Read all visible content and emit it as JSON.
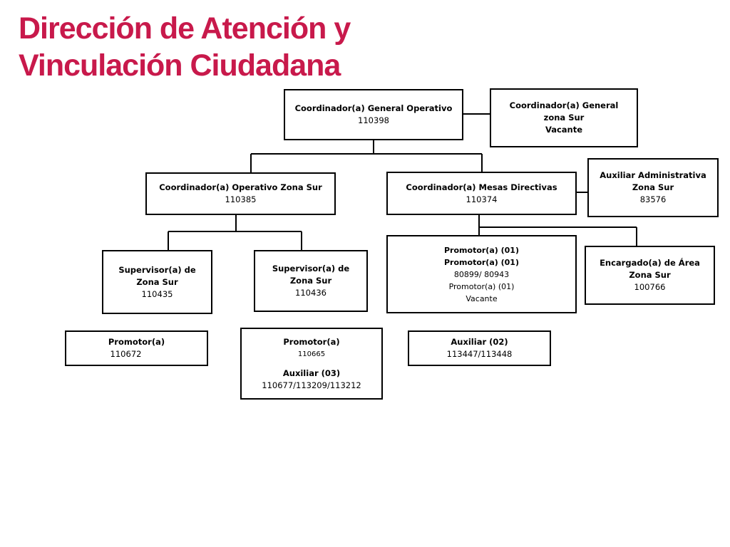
{
  "title": {
    "line1": "Dirección de Atención y",
    "line2": "Vinculación Ciudadana"
  },
  "colors": {
    "title": "#c8194b",
    "line": "#000000",
    "box_border": "#000000"
  },
  "org": {
    "general_operativo": {
      "title": "Coordinador(a) General Operativo",
      "code": "110398"
    },
    "general_zona_sur": {
      "line1": "Coordinador(a) General",
      "line2": "zona Sur",
      "line3": "Vacante"
    },
    "operativo_zona_sur": {
      "title": "Coordinador(a) Operativo Zona Sur",
      "code": "110385"
    },
    "mesas_directivas": {
      "title": "Coordinador(a) Mesas Directivas",
      "code": "110374"
    },
    "auxiliar_administrativa": {
      "line1": "Auxiliar Administrativa",
      "line2": "Zona Sur",
      "code": "83576"
    },
    "supervisor_1": {
      "line1": "Supervisor(a) de",
      "line2": "Zona Sur",
      "code": "110435"
    },
    "supervisor_2": {
      "line1": "Supervisor(a) de",
      "line2": "Zona Sur",
      "code": "110436"
    },
    "promotores_mesas": {
      "line1": "Promotor(a) (01)",
      "line2": "Promotor(a) (01)",
      "codes": "80899/ 80943",
      "line3": "Promotor(a) (01)",
      "line4": "Vacante"
    },
    "encargado_area": {
      "line1": "Encargado(a) de Área",
      "line2": "Zona Sur",
      "code": "100766"
    },
    "promotor_1": {
      "title": "Promotor(a)",
      "code": "110672"
    },
    "promotor_auxiliar": {
      "title": "Promotor(a)",
      "code": "110665",
      "aux_title": "Auxiliar (03)",
      "aux_codes": "110677/113209/113212"
    },
    "auxiliar_02": {
      "title": "Auxiliar (02)",
      "codes": "113447/113448"
    }
  }
}
